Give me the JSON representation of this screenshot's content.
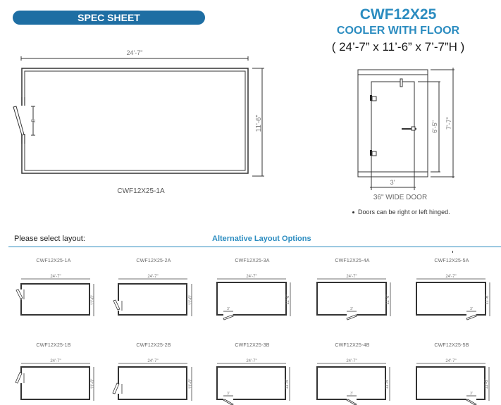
{
  "header": {
    "banner_label": "SPEC SHEET",
    "model": "CWF12X25",
    "subtitle": "COOLER WITH FLOOR",
    "dimensions": "( 24’-7” x 11’-6” x 7’-7”H )"
  },
  "main_plan": {
    "width_label": "24'-7\"",
    "depth_label": "11'-6\"",
    "door_label": "3'",
    "caption": "CWF12X25-1A"
  },
  "door_elevation": {
    "door_height_label": "6'-5\"",
    "total_height_label": "7'-7\"",
    "door_width_label": "3'",
    "caption": "36\" WIDE DOOR",
    "note": "Doors can be right or left hinged."
  },
  "layouts": {
    "select_label": "Please select layout:",
    "alt_label": "Alternative Layout Options",
    "width_label": "24'-7\"",
    "depth_label": "11'-6\"",
    "door_label": "3'",
    "items": [
      {
        "id": "CWF12X25-1A"
      },
      {
        "id": "CWF12X25-2A"
      },
      {
        "id": "CWF12X25-3A"
      },
      {
        "id": "CWF12X25-4A"
      },
      {
        "id": "CWF12X25-5A"
      },
      {
        "id": "CWF12X25-1B"
      },
      {
        "id": "CWF12X25-2B"
      },
      {
        "id": "CWF12X25-3B"
      },
      {
        "id": "CWF12X25-4B"
      },
      {
        "id": "CWF12X25-5B"
      }
    ]
  },
  "colors": {
    "brand_blue": "#1e6ea3",
    "accent_blue": "#2b8cc0"
  }
}
